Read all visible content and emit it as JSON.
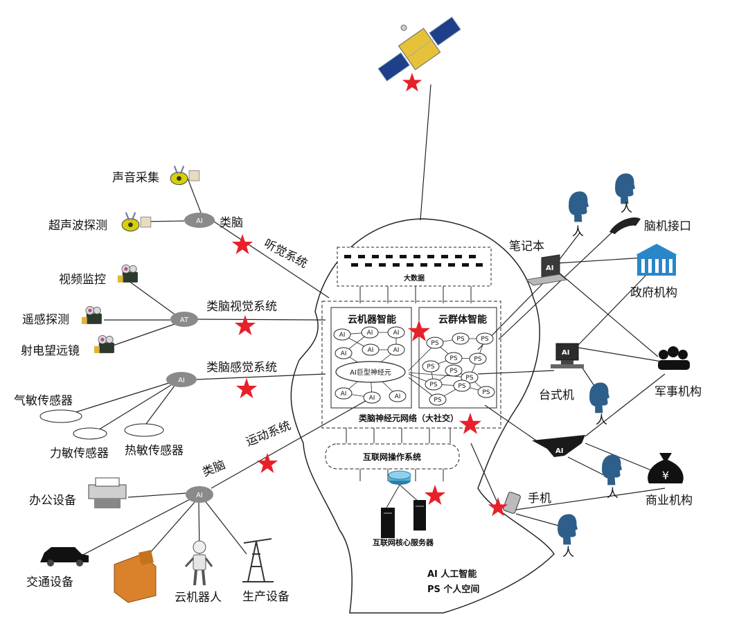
{
  "big_data": "大数据",
  "cloud_intelligence": "云机器智能",
  "group_intelligence": "云群体智能",
  "giant_neuron": "AI巨型神经元",
  "ai_node": "AI",
  "ps_node": "PS",
  "neural_network": "类脑神经元网络（大社交）",
  "internet_os": "互联网操作系统",
  "core_servers": "互联网核心服务器",
  "legend": {
    "ai_line": "AI  人工智能",
    "ps_line": "PS  个人空间"
  },
  "hub_ai": "AI",
  "hub_at": "AT",
  "auditory": {
    "left": "类脑",
    "right": "听觉系统",
    "inputs": [
      "声音采集",
      "超声波探测"
    ]
  },
  "visual": {
    "label": "类脑视觉系统",
    "inputs": [
      "视频监控",
      "遥感探测",
      "射电望远镜"
    ]
  },
  "sensory": {
    "label": "类脑感觉系统",
    "inputs": [
      "气敏传感器",
      "力敏传感器",
      "热敏传感器"
    ]
  },
  "motor": {
    "left": "类脑",
    "right": "运动系统",
    "outputs": [
      "办公设备",
      "交通设备",
      "云机器人",
      "生产设备"
    ]
  },
  "right_side": {
    "laptop": "笔记本",
    "person": "人",
    "bci": "脑机接口",
    "government": "政府机构",
    "desktop": "台式机",
    "military": "军事机构",
    "phone": "手机",
    "business": "商业机构",
    "ai_badge": "AI",
    "yen": "¥"
  },
  "colors": {
    "star": "#e8202a",
    "hub": "#8a8a8a",
    "head_outline": "#222222",
    "person": "#2e5f8a",
    "building": "#2a86c9"
  }
}
